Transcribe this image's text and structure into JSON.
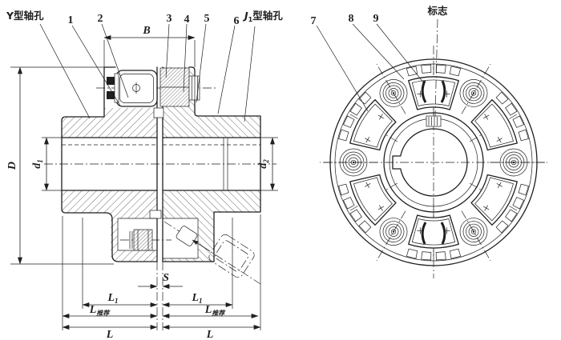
{
  "drawing": {
    "title_labels": {
      "y_bore_label": "Y型轴孔",
      "j1_main": "J",
      "j1_sub": "1",
      "j1_rest": "型轴孔",
      "mark_label": "标志"
    },
    "part_numbers": [
      "1",
      "2",
      "3",
      "4",
      "5",
      "6",
      "7",
      "8",
      "9"
    ],
    "dimensions": {
      "B": "B",
      "D": "D",
      "d1_base": "d",
      "d1_sub": "1",
      "d2_base": "d",
      "d2_sub": "2",
      "S": "S",
      "L1_base": "L",
      "L1_sub": "1",
      "Lrec_base": "L",
      "Lrec_sub": "推荐",
      "L": "L"
    },
    "colors": {
      "ink": "#1f1f1f",
      "paper": "#ffffff"
    }
  }
}
